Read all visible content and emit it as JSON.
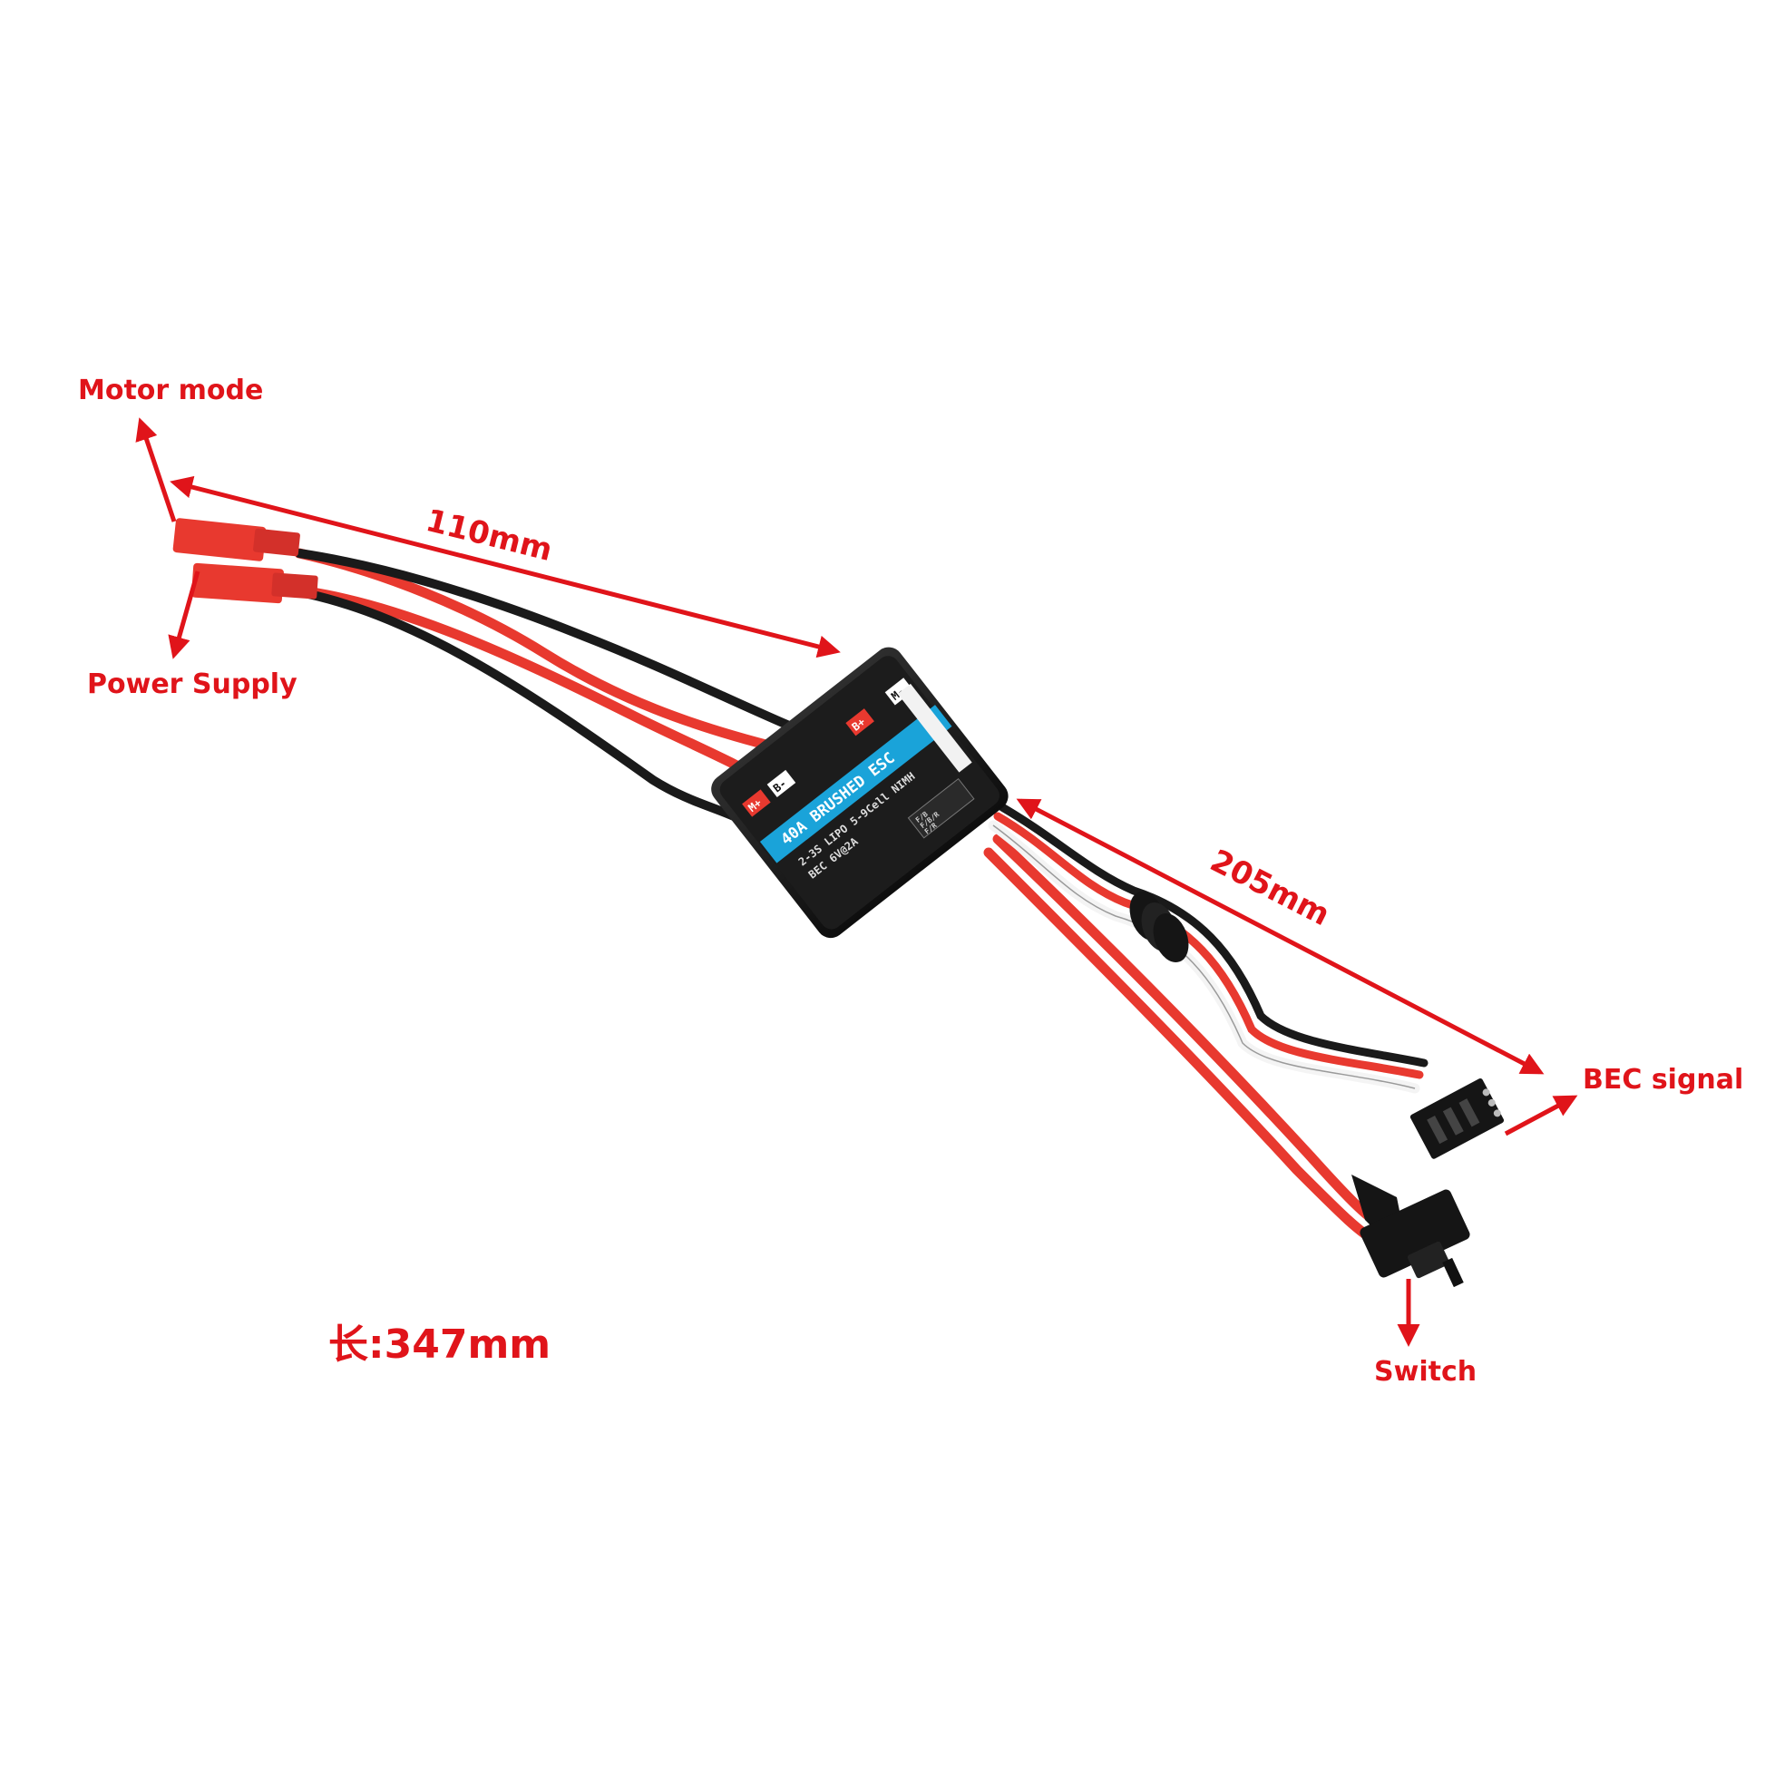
{
  "callouts": {
    "motor_mode": "Motor mode",
    "power_supply": "Power Supply",
    "bec_signal": "BEC signal",
    "switch": "Switch"
  },
  "dimensions": {
    "input_leads": "110mm",
    "output_leads": "205mm",
    "total_length": "长:347mm"
  },
  "esc": {
    "title": "40A BRUSHED ESC",
    "spec_line_1": "2-3S LIPO  5-9Cell NIMH",
    "spec_line_2": "BEC 6V@2A",
    "terminal_b_plus": "B+",
    "terminal_b_minus": "B-",
    "terminal_m_plus": "M+",
    "terminal_m_minus": "M-",
    "mode_labels": [
      "F/B",
      "F/B/R",
      "F/R"
    ]
  },
  "colors": {
    "accent": "#e0141a",
    "esc_body": "#1c1c1c",
    "esc_stripe": "#1aa3d9",
    "wire_red": "#e8392f",
    "wire_black": "#1a1a1a",
    "wire_white": "#f4f4f4"
  }
}
